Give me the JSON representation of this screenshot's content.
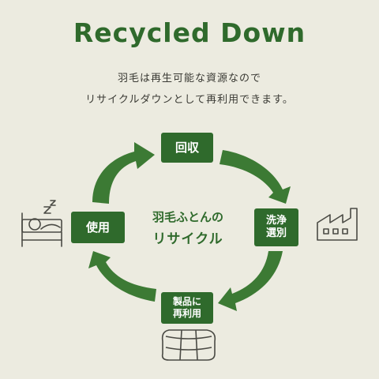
{
  "title": "Recycled Down",
  "subtitle_lines": [
    "羽毛は再生可能な資源なので",
    "リサイクルダウンとして再利用できます。"
  ],
  "center_label": [
    "羽毛ふとんの",
    "リサイクル"
  ],
  "steps": {
    "collect": {
      "lines": [
        "回収"
      ],
      "icon": "recycle-collect"
    },
    "wash": {
      "lines": [
        "洗浄",
        "選別"
      ],
      "icon": "factory-icon"
    },
    "product": {
      "lines": [
        "製品に",
        "再利用"
      ],
      "icon": "futon-icon"
    },
    "use": {
      "lines": [
        "使用"
      ],
      "icon": "sleeping-person-icon"
    }
  },
  "colors": {
    "background": "#ecebe0",
    "accent": "#2f6a2c",
    "arrow": "#3c7a34",
    "icon_line": "#4a4a44"
  }
}
